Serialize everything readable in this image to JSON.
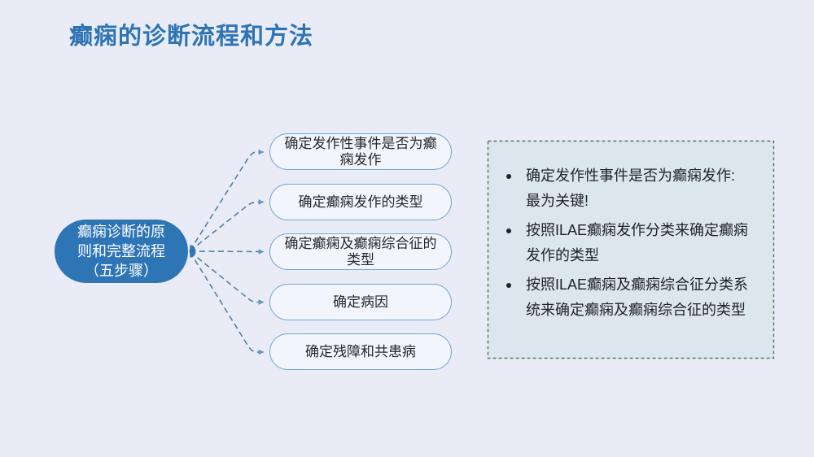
{
  "slide": {
    "title": "癫痫的诊断流程和方法",
    "background_color": "#e9ecf6",
    "title_color": "#2e74b5"
  },
  "flow": {
    "type": "diagram",
    "root": {
      "label": "癫痫诊断的原\n则和完整流程\n（五步骤）",
      "full_label": "癫痫诊断的原则和完整流程（五步骤）",
      "fill_color": "#2e75b6",
      "text_color": "#ffffff"
    },
    "steps": [
      {
        "label": "确定发作性事件是否为癫\n痫发作",
        "full_label": "确定发作性事件是否为癫痫发作"
      },
      {
        "label": "确定癫痫发作的类型",
        "full_label": "确定癫痫发作的类型"
      },
      {
        "label": "确定癫痫及癫痫综合征的\n类型",
        "full_label": "确定癫痫及癫痫综合征的类型"
      },
      {
        "label": "确定病因",
        "full_label": "确定病因"
      },
      {
        "label": "确定残障和共患病",
        "full_label": "确定残障和共患病"
      }
    ],
    "box_border_color": "#74a7cf",
    "connector_color": "#5b87ac",
    "arrow_color": "#2e75b6"
  },
  "notes": {
    "border_color": "#5d8a57",
    "fill_color": "#dce6ee",
    "items": [
      {
        "text": "确定发作性事件是否为癫痫发作:\n最为关键!"
      },
      {
        "text": "按照ILAE癫痫发作分类来确定癫痫\n发作的类型"
      },
      {
        "text": "按照ILAE癫痫及癫痫综合征分类系\n统来确定癫痫及癫痫综合征的类型"
      }
    ]
  }
}
